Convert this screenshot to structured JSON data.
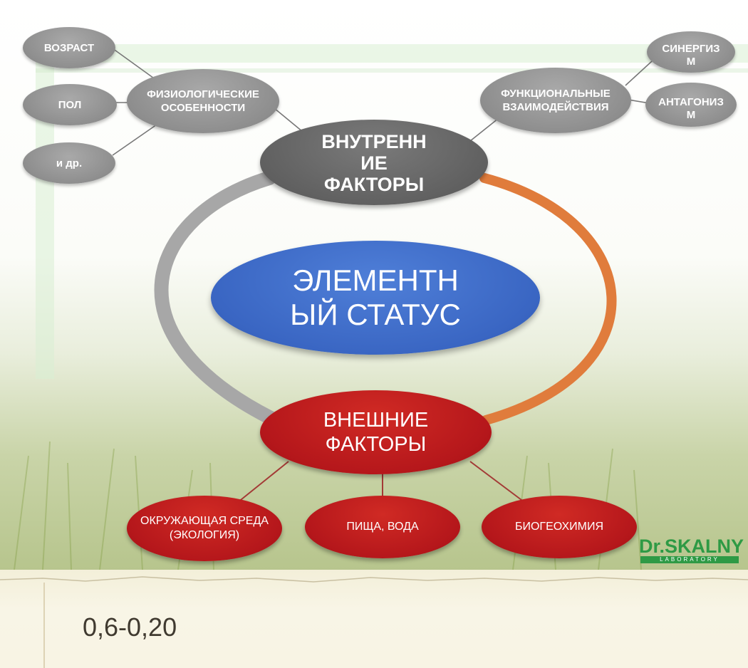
{
  "diagram": {
    "center": "ЭЛЕМЕНТН\nЫЙ СТАТУС",
    "internal": "ВНУТРЕНН\nИЕ\nФАКТОРЫ",
    "external": "ВНЕШНИЕ\nФАКТОРЫ",
    "physiological": "ФИЗИОЛОГИЧЕСКИЕ\nОСОБЕННОСТИ",
    "functional": "ФУНКЦИОНАЛЬНЫЕ\nВЗАИМОДЕЙСТВИЯ",
    "age": "ВОЗРАСТ",
    "sex": "ПОЛ",
    "other": "и др.",
    "synergism": "СИНЕРГИЗ\nМ",
    "antagonism": "АНТАГОНИЗ\nМ",
    "environment": "ОКРУЖАЮЩАЯ СРЕДА\n(ЭКОЛОГИЯ)",
    "food": "ПИЩА, ВОДА",
    "biogeo": "БИОГЕОХИМИЯ"
  },
  "logo": {
    "main": "Dr.SKALNY",
    "sub": "LABORATORY"
  },
  "footer": {
    "range": "0,6-0,20"
  },
  "colors": {
    "grey_node": "#8e8e8e",
    "dark_node": "#5f5f5f",
    "red_node": "#b5171b",
    "blue_node": "#3a66c3",
    "ring_grey": "#a7a7a7",
    "ring_orange": "#e07c3c",
    "logo_green": "#2e9a45"
  }
}
